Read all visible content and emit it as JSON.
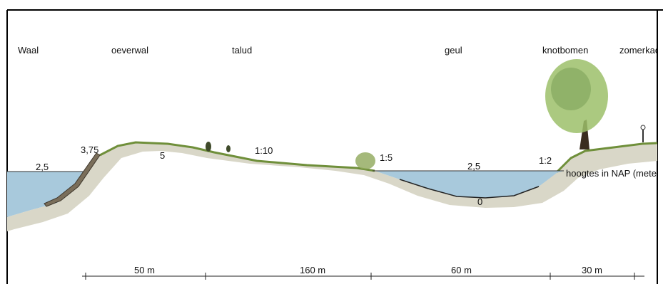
{
  "zones": [
    "Waal",
    "oeverwal",
    "talud",
    "geul",
    "knotbomen",
    "zomerkade"
  ],
  "heights": [
    "2,5",
    "3,75",
    "5",
    "2,5",
    "0"
  ],
  "slopes": [
    "1:10",
    "1:5",
    "1:2"
  ],
  "note": "hoogtes in NAP (meter)",
  "dimensions": [
    "50 m",
    "160 m",
    "60 m",
    "30 m"
  ],
  "colors": {
    "water": "#a8c9dc",
    "soil": "#d9d7c8",
    "grass": "#6f8f3a",
    "frame": "#000000"
  }
}
